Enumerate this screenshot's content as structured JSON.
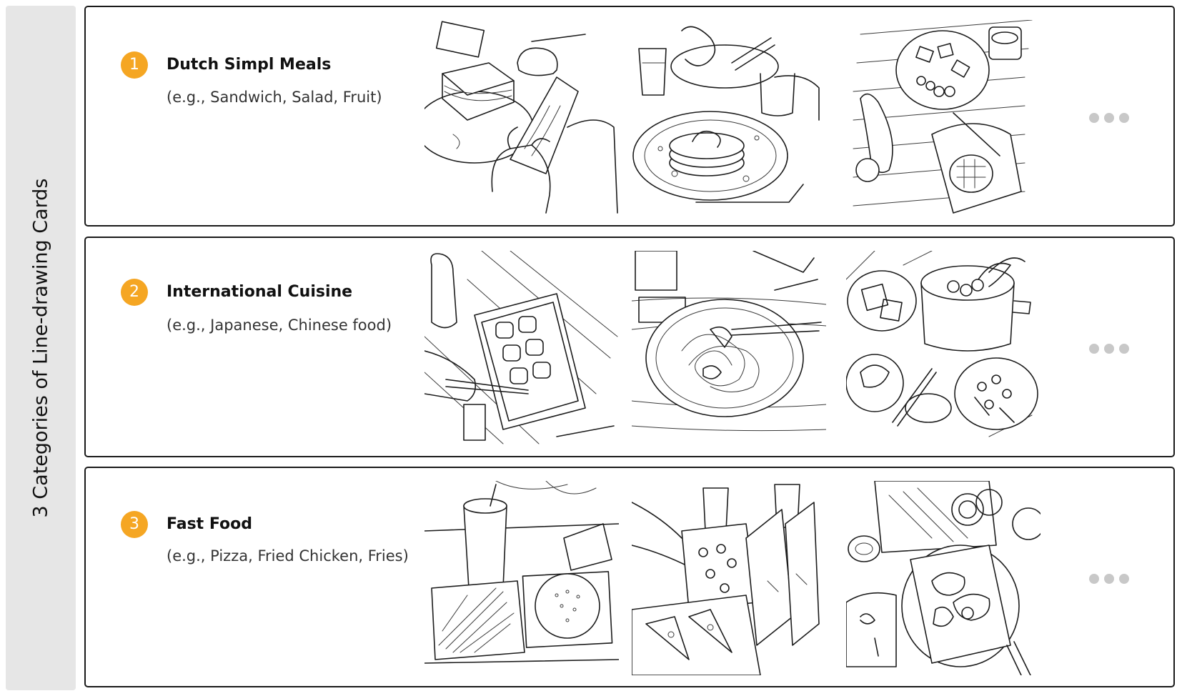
{
  "side_title": "3 Categories of Line-drawing Cards",
  "categories": [
    {
      "number": "1",
      "title": "Dutch Simpl Meals",
      "examples": "(e.g., Sandwich, Salad, Fruit)"
    },
    {
      "number": "2",
      "title": "International Cuisine",
      "examples": "(e.g., Japanese, Chinese food)"
    },
    {
      "number": "3",
      "title": "Fast Food",
      "examples": "(e.g., Pizza, Fried Chicken, Fries)"
    }
  ],
  "colors": {
    "badge": "#f5a623",
    "side_bar": "#e6e6e6",
    "border": "#1a1a1a",
    "ellipsis_dots": "#c8c8c8"
  },
  "icons": {
    "more": "ellipsis-icon"
  }
}
